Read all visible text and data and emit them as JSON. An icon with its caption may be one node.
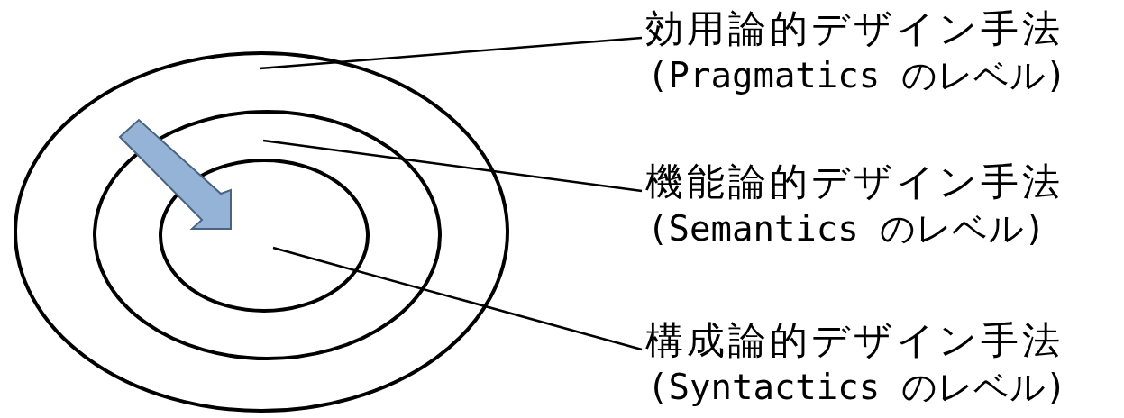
{
  "diagram": {
    "nodes": [
      {
        "text": [],
        "shape": "ellipse"
      },
      {
        "text": [],
        "shape": "ellipse",
        "in": 0
      },
      {
        "text": [],
        "shape": "ellipse",
        "in": 1
      },
      {
        "text": [
          "効用論的デザイン手法",
          "(Pragmatics のレベル)"
        ]
      },
      {
        "text": [
          "機能論的デザイン手法",
          "(Semantics のレベル)"
        ]
      },
      {
        "text": [
          "構成論的デザイン手法",
          "(Syntactics のレベル)"
        ]
      }
    ],
    "edges": [
      {
        "from": 3,
        "to": 0,
        "arrow": "none"
      },
      {
        "from": 4,
        "to": 1,
        "arrow": "none"
      },
      {
        "from": 5,
        "to": 2,
        "arrow": "none"
      }
    ]
  }
}
